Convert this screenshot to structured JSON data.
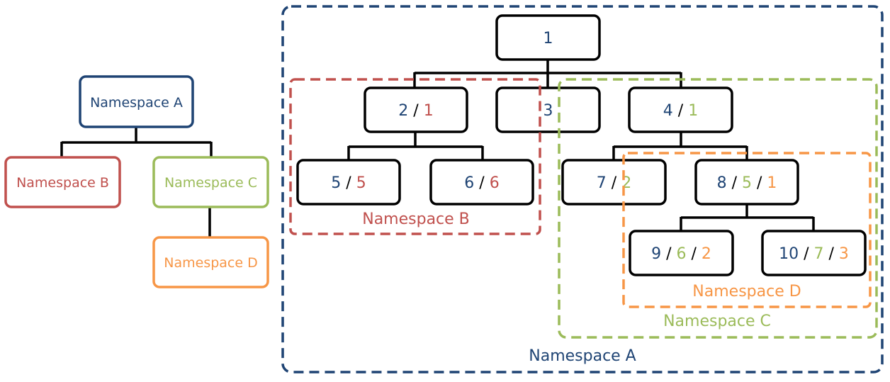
{
  "colors": {
    "ns_a": "#1f4474",
    "ns_b": "#c0504d",
    "ns_c": "#9bbb59",
    "ns_d": "#f79646",
    "line": "#000000"
  },
  "hierarchy": {
    "ns_a": "Namespace A",
    "ns_b": "Namespace B",
    "ns_c": "Namespace C",
    "ns_d": "Namespace D"
  },
  "regions": {
    "ns_a": "Namespace A",
    "ns_b": "Namespace B",
    "ns_c": "Namespace C",
    "ns_d": "Namespace D"
  },
  "nodes": {
    "n1": {
      "a": "1"
    },
    "n2": {
      "a": "2",
      "sep1": " / ",
      "b": "1"
    },
    "n3": {
      "a": "3"
    },
    "n4": {
      "a": "4",
      "sep1": " / ",
      "c": "1"
    },
    "n5": {
      "a": "5",
      "sep1": " / ",
      "b": "5"
    },
    "n6": {
      "a": "6",
      "sep1": " / ",
      "b": "6"
    },
    "n7": {
      "a": "7",
      "sep1": " / ",
      "c": "2"
    },
    "n8": {
      "a": "8",
      "sep1": " / ",
      "c": "5",
      "sep2": " / ",
      "d": "1"
    },
    "n9": {
      "a": "9",
      "sep1": " / ",
      "c": "6",
      "sep2": " / ",
      "d": "2"
    },
    "n10": {
      "a": "10",
      "sep1": " / ",
      "c": "7",
      "sep2": " / ",
      "d": "3"
    }
  }
}
